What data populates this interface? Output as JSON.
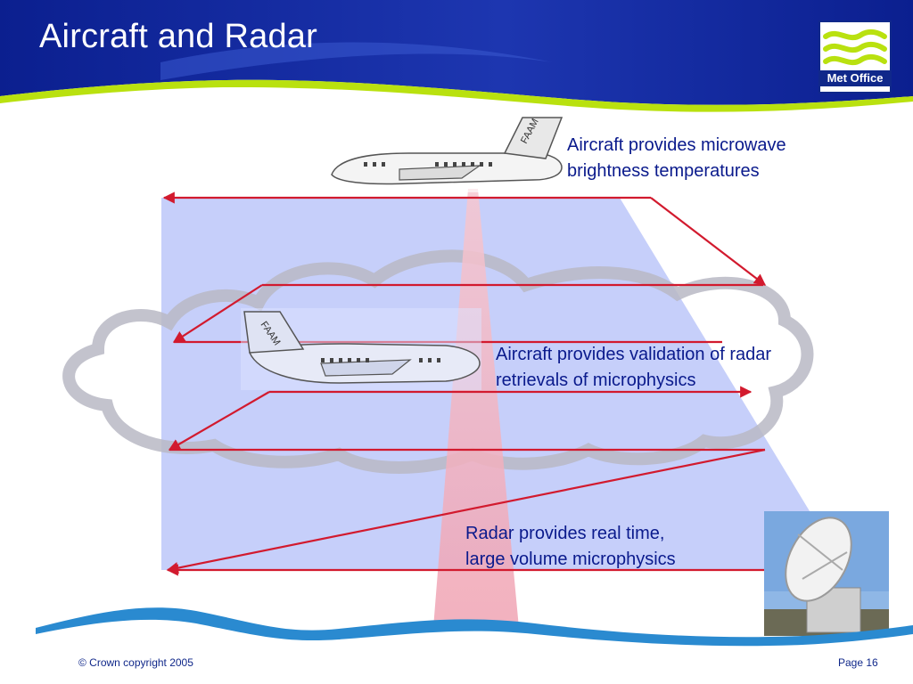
{
  "slide": {
    "title": "Aircraft and Radar",
    "logo_text": "Met Office",
    "labels": {
      "microwave": [
        "Aircraft provides microwave",
        "brightness temperatures"
      ],
      "validation": [
        "Aircraft provides validation of radar",
        "retrievals of microphysics"
      ],
      "radar": [
        "Radar provides real time,",
        "large volume microphysics"
      ]
    },
    "footer": {
      "copyright": "© Crown copyright 2005",
      "page": "Page 16"
    }
  },
  "aircraft": [
    {
      "tail_text": "FAAM"
    },
    {
      "tail_text": "FAAM"
    }
  ],
  "colors": {
    "header_dark": "#0b1f8f",
    "header_mid": "#2f4ec0",
    "accent_green": "#b9e10f",
    "radar_volume": "#c3ccfa",
    "beam": "#f2b2bf",
    "flight_track": "#d21a2e",
    "cloud": "#b9b9c4",
    "wave_blue": "#2a8ad0",
    "text_blue": "#0a1a8c"
  }
}
